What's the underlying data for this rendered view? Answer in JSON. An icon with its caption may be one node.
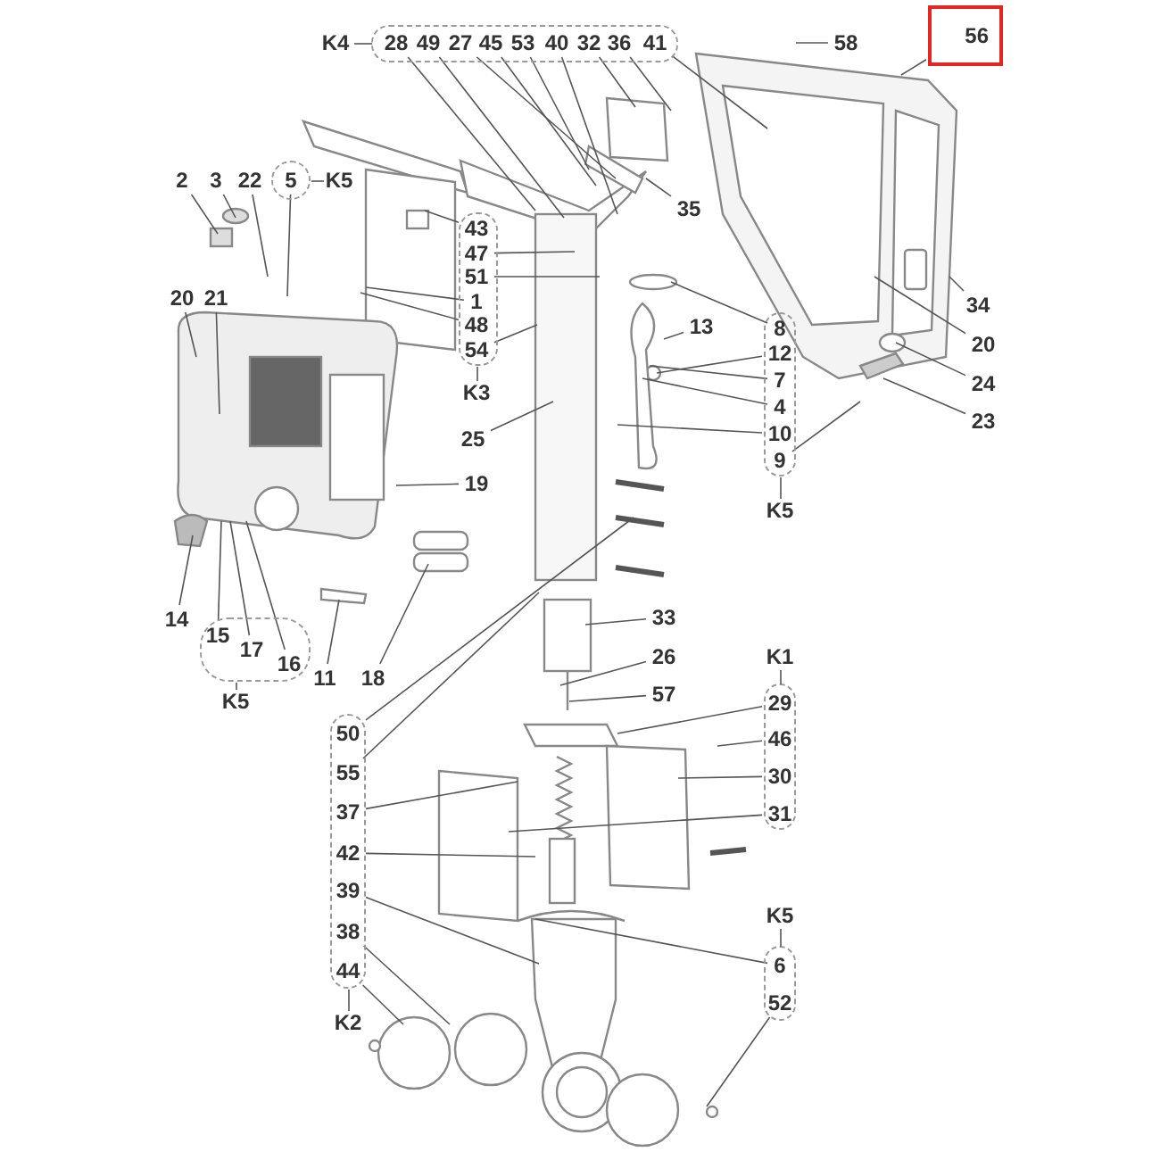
{
  "diagram": {
    "nodes": [
      {
        "text": [
          "K4"
        ]
      },
      {
        "text": [
          "28"
        ],
        "in": 0
      },
      {
        "text": [
          "49"
        ],
        "in": 0
      },
      {
        "text": [
          "27"
        ],
        "in": 0
      },
      {
        "text": [
          "45"
        ],
        "in": 0
      },
      {
        "text": [
          "53"
        ],
        "in": 0
      },
      {
        "text": [
          "40"
        ],
        "in": 0
      },
      {
        "text": [
          "32"
        ],
        "in": 0
      },
      {
        "text": [
          "36"
        ],
        "in": 0
      },
      {
        "text": [
          "41"
        ],
        "in": 0
      },
      {
        "text": [
          "58"
        ]
      },
      {
        "text": [
          "56"
        ]
      },
      {
        "text": [
          "2"
        ]
      },
      {
        "text": [
          "3"
        ]
      },
      {
        "text": [
          "22"
        ]
      },
      {
        "text": [
          "K5"
        ]
      },
      {
        "text": [
          "5"
        ],
        "in": 15
      },
      {
        "text": [
          "20"
        ]
      },
      {
        "text": [
          "21"
        ]
      },
      {
        "text": [
          "K3"
        ]
      },
      {
        "text": [
          "43"
        ],
        "in": 19
      },
      {
        "text": [
          "47"
        ],
        "in": 19
      },
      {
        "text": [
          "51"
        ],
        "in": 19
      },
      {
        "text": [
          "1"
        ],
        "in": 19
      },
      {
        "text": [
          "48"
        ],
        "in": 19
      },
      {
        "text": [
          "54"
        ],
        "in": 19
      },
      {
        "text": [
          "35"
        ]
      },
      {
        "text": [
          "34"
        ]
      },
      {
        "text": [
          "20"
        ]
      },
      {
        "text": [
          "13"
        ]
      },
      {
        "text": [
          "K5"
        ]
      },
      {
        "text": [
          "8"
        ],
        "in": 30
      },
      {
        "text": [
          "12"
        ],
        "in": 30
      },
      {
        "text": [
          "7"
        ],
        "in": 30
      },
      {
        "text": [
          "4"
        ],
        "in": 30
      },
      {
        "text": [
          "10"
        ],
        "in": 30
      },
      {
        "text": [
          "9"
        ],
        "in": 30
      },
      {
        "text": [
          "24"
        ]
      },
      {
        "text": [
          "23"
        ]
      },
      {
        "text": [
          "25"
        ]
      },
      {
        "text": [
          "19"
        ]
      },
      {
        "text": [
          "14"
        ]
      },
      {
        "text": [
          "K5"
        ]
      },
      {
        "text": [
          "15"
        ],
        "in": 42
      },
      {
        "text": [
          "17"
        ],
        "in": 42
      },
      {
        "text": [
          "16"
        ],
        "in": 42
      },
      {
        "text": [
          "11"
        ]
      },
      {
        "text": [
          "18"
        ]
      },
      {
        "text": [
          "33"
        ]
      },
      {
        "text": [
          "26"
        ]
      },
      {
        "text": [
          "57"
        ]
      },
      {
        "text": [
          "K1"
        ]
      },
      {
        "text": [
          "29"
        ],
        "in": 51
      },
      {
        "text": [
          "46"
        ],
        "in": 51
      },
      {
        "text": [
          "30"
        ],
        "in": 51
      },
      {
        "text": [
          "31"
        ],
        "in": 51
      },
      {
        "text": [
          "K2"
        ]
      },
      {
        "text": [
          "50"
        ],
        "in": 56
      },
      {
        "text": [
          "55"
        ],
        "in": 56
      },
      {
        "text": [
          "37"
        ],
        "in": 56
      },
      {
        "text": [
          "42"
        ],
        "in": 56
      },
      {
        "text": [
          "39"
        ],
        "in": 56
      },
      {
        "text": [
          "38"
        ],
        "in": 56
      },
      {
        "text": [
          "44"
        ],
        "in": 56
      },
      {
        "text": [
          "K5"
        ]
      },
      {
        "text": [
          "6"
        ],
        "in": 64
      },
      {
        "text": [
          "52"
        ],
        "in": 64
      }
    ],
    "edges": [
      {
        "from": 1,
        "to": null,
        "arrow": "none"
      },
      {
        "from": 2,
        "to": null,
        "arrow": "none"
      },
      {
        "from": 3,
        "to": null,
        "arrow": "none"
      },
      {
        "from": 4,
        "to": null,
        "arrow": "none"
      },
      {
        "from": 5,
        "to": null,
        "arrow": "none"
      },
      {
        "from": 6,
        "to": null,
        "arrow": "none"
      },
      {
        "from": 7,
        "to": null,
        "arrow": "none"
      },
      {
        "from": 8,
        "to": null,
        "arrow": "none"
      },
      {
        "from": 9,
        "to": null,
        "arrow": "none"
      },
      {
        "from": 10,
        "to": null,
        "arrow": "none"
      },
      {
        "from": 11,
        "to": null,
        "arrow": "none"
      },
      {
        "from": 12,
        "to": null,
        "arrow": "none"
      },
      {
        "from": 13,
        "to": null,
        "arrow": "none"
      },
      {
        "from": 14,
        "to": null,
        "arrow": "none"
      },
      {
        "from": 16,
        "to": null,
        "arrow": "none"
      },
      {
        "from": 17,
        "to": null,
        "arrow": "none"
      },
      {
        "from": 18,
        "to": null,
        "arrow": "none"
      },
      {
        "from": 20,
        "to": null,
        "arrow": "none"
      },
      {
        "from": 21,
        "to": null,
        "arrow": "none"
      },
      {
        "from": 22,
        "to": null,
        "arrow": "none"
      },
      {
        "from": 23,
        "to": null,
        "arrow": "none"
      },
      {
        "from": 24,
        "to": null,
        "arrow": "none"
      },
      {
        "from": 25,
        "to": null,
        "arrow": "none"
      },
      {
        "from": 26,
        "to": null,
        "arrow": "none"
      },
      {
        "from": 27,
        "to": null,
        "arrow": "none"
      },
      {
        "from": 28,
        "to": null,
        "arrow": "none"
      },
      {
        "from": 29,
        "to": null,
        "arrow": "none"
      },
      {
        "from": 31,
        "to": null,
        "arrow": "none"
      },
      {
        "from": 32,
        "to": null,
        "arrow": "none"
      },
      {
        "from": 33,
        "to": null,
        "arrow": "none"
      },
      {
        "from": 34,
        "to": null,
        "arrow": "none"
      },
      {
        "from": 35,
        "to": null,
        "arrow": "none"
      },
      {
        "from": 36,
        "to": null,
        "arrow": "none"
      },
      {
        "from": 37,
        "to": null,
        "arrow": "none"
      },
      {
        "from": 38,
        "to": null,
        "arrow": "none"
      },
      {
        "from": 39,
        "to": null,
        "arrow": "none"
      },
      {
        "from": 40,
        "to": null,
        "arrow": "none"
      },
      {
        "from": 41,
        "to": null,
        "arrow": "none"
      },
      {
        "from": 43,
        "to": null,
        "arrow": "none"
      },
      {
        "from": 44,
        "to": null,
        "arrow": "none"
      },
      {
        "from": 45,
        "to": null,
        "arrow": "none"
      },
      {
        "from": 46,
        "to": null,
        "arrow": "none"
      },
      {
        "from": 47,
        "to": null,
        "arrow": "none"
      },
      {
        "from": 48,
        "to": null,
        "arrow": "none"
      },
      {
        "from": 49,
        "to": null,
        "arrow": "none"
      },
      {
        "from": 50,
        "to": null,
        "arrow": "none"
      },
      {
        "from": 52,
        "to": null,
        "arrow": "none"
      },
      {
        "from": 53,
        "to": null,
        "arrow": "none"
      },
      {
        "from": 54,
        "to": null,
        "arrow": "none"
      },
      {
        "from": 55,
        "to": null,
        "arrow": "none"
      },
      {
        "from": 57,
        "to": null,
        "arrow": "none"
      },
      {
        "from": 58,
        "to": null,
        "arrow": "none"
      },
      {
        "from": 59,
        "to": null,
        "arrow": "none"
      },
      {
        "from": 60,
        "to": null,
        "arrow": "none"
      },
      {
        "from": 61,
        "to": null,
        "arrow": "none"
      },
      {
        "from": 62,
        "to": null,
        "arrow": "none"
      },
      {
        "from": 63,
        "to": null,
        "arrow": "none"
      },
      {
        "from": 65,
        "to": null,
        "arrow": "none"
      },
      {
        "from": 66,
        "to": null,
        "arrow": "none"
      }
    ]
  }
}
